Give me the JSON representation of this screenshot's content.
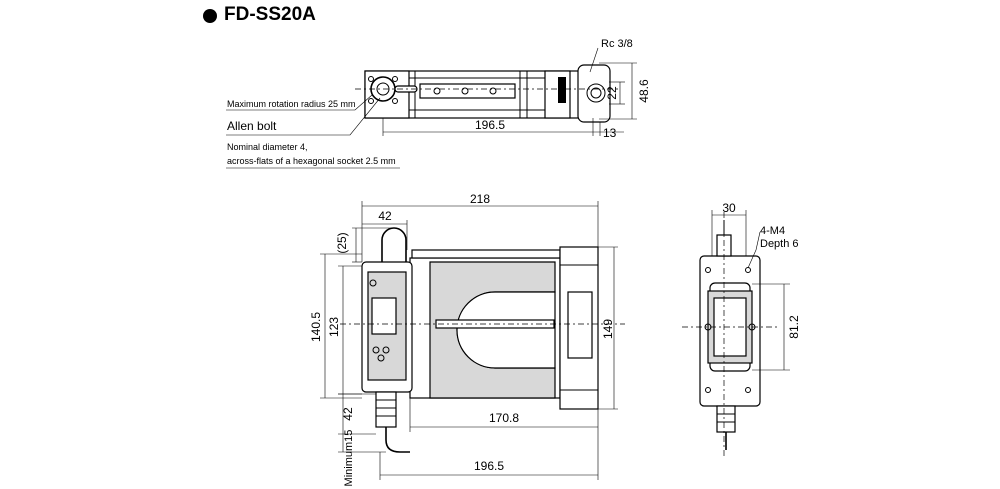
{
  "title": "FD-SS20A",
  "top_view": {
    "rc_label": "Rc 3/8",
    "dim_height_outer": "48.6",
    "dim_height_inner": "22",
    "dim_length": "196.5",
    "dim_offset": "13",
    "note_rotation": "Maximum rotation radius 25 mm",
    "note_bolt": "Allen bolt",
    "note_diameter": "Nominal diameter 4,",
    "note_socket": "across-flats of a hexagonal socket 2.5 mm"
  },
  "front_view": {
    "dim_width_total": "218",
    "dim_width_head": "42",
    "dim_cable_bend": "(25)",
    "dim_height_outer": "140.5",
    "dim_height_inner": "123",
    "dim_height_body": "149",
    "dim_connector": "42",
    "dim_min_bend": "Minimum15",
    "dim_flow_length": "170.8",
    "dim_body_length": "196.5"
  },
  "side_view": {
    "dim_width": "30",
    "hole_label": "4-M4",
    "hole_depth": "Depth 6",
    "dim_hole_pitch": "81.2"
  }
}
